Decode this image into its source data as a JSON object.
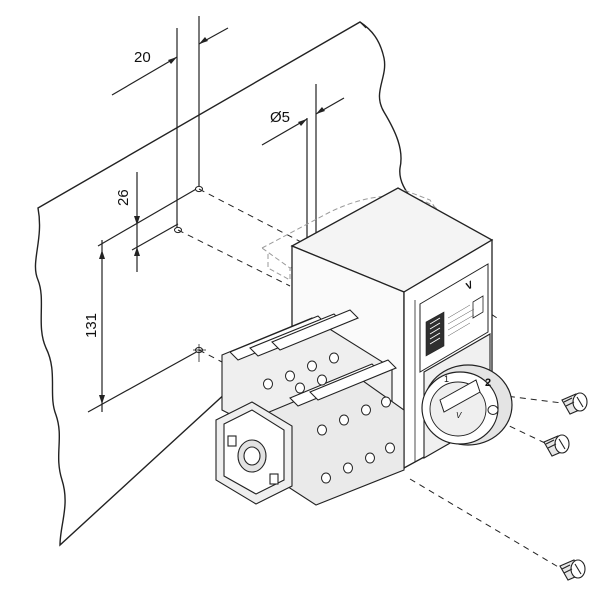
{
  "dimensions": {
    "hole_spacing_horizontal": "20",
    "hole_diameter": "Ø5",
    "hole_offset_vertical": "26",
    "hole_spacing_vertical": "131"
  },
  "switch_face": {
    "brand_mark": "V",
    "knob_positions": [
      "1",
      "2"
    ]
  },
  "colors": {
    "line": "#222222",
    "panel_fill": "#ffffff",
    "housing_fill": "#f2f2f2",
    "phantom_line": "#9a9a9a",
    "terminal_fill": "#e6e6e6",
    "dark": "#3a3a3a"
  },
  "parts": {
    "mounting_screws": 3,
    "drill_holes": 3
  }
}
